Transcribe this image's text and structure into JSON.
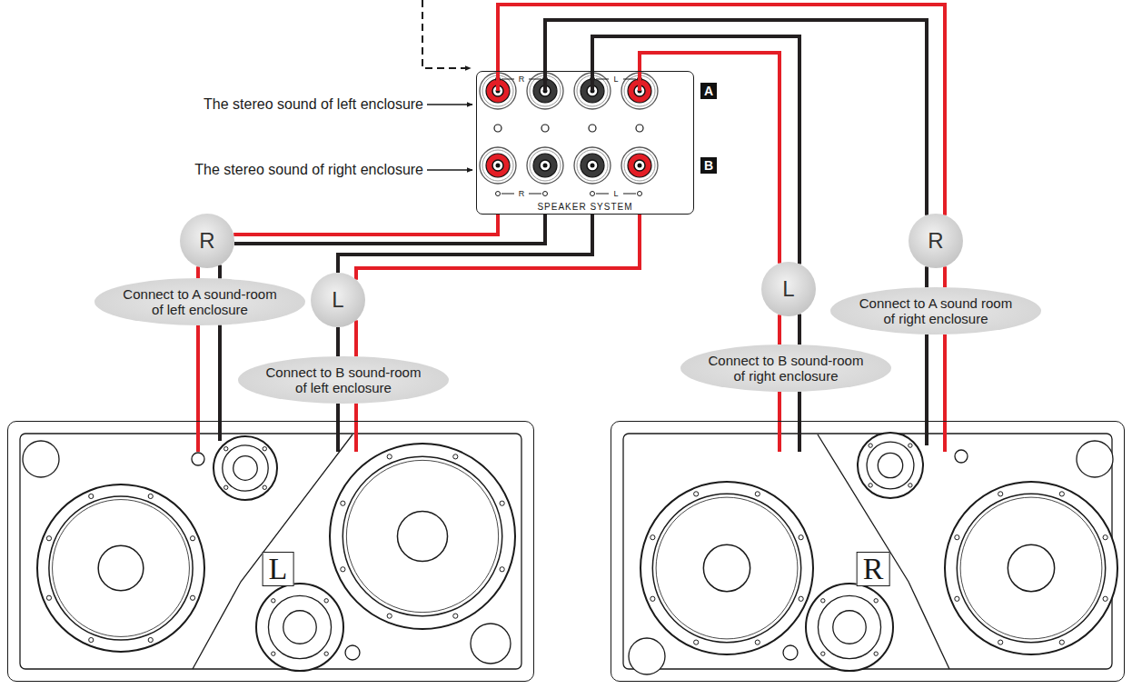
{
  "diagram": {
    "nodes": [
      {
        "text": [
          "SPEAKER SYSTEM"
        ]
      },
      {
        "text": [
          "A"
        ]
      },
      {
        "text": [
          "B"
        ]
      },
      {
        "text": [
          "R"
        ]
      },
      {
        "text": [
          "Connect to A sound-room of left enclosure"
        ]
      },
      {
        "text": [
          "L"
        ]
      },
      {
        "text": [
          "Connect to B sound-room of left enclosure"
        ]
      },
      {
        "text": [
          "L"
        ]
      },
      {
        "text": [
          "Connect to B sound-room of right enclosure"
        ]
      },
      {
        "text": [
          "R"
        ]
      },
      {
        "text": [
          "Connect to A sound room of right enclosure"
        ]
      },
      {
        "text": [
          "L"
        ]
      },
      {
        "text": [
          "R"
        ]
      }
    ],
    "edges": [
      {
        "from": 0,
        "to": 3,
        "arrow": "none"
      },
      {
        "from": 3,
        "to": 4,
        "arrow": "none"
      },
      {
        "from": 4,
        "to": 11,
        "arrow": "none"
      },
      {
        "from": 0,
        "to": 5,
        "arrow": "none"
      },
      {
        "from": 5,
        "to": 6,
        "arrow": "none"
      },
      {
        "from": 6,
        "to": 11,
        "arrow": "none"
      },
      {
        "from": 0,
        "to": 7,
        "arrow": "none"
      },
      {
        "from": 7,
        "to": 8,
        "arrow": "none"
      },
      {
        "from": 8,
        "to": 12,
        "arrow": "none"
      },
      {
        "from": 0,
        "to": 9,
        "arrow": "none"
      },
      {
        "from": 9,
        "to": 10,
        "arrow": "none"
      },
      {
        "from": 10,
        "to": 12,
        "arrow": "none"
      }
    ],
    "labels": [
      "The stereo sound of left enclosure",
      "The stereo sound of right enclosure",
      "R",
      "L",
      "R",
      "L"
    ]
  }
}
